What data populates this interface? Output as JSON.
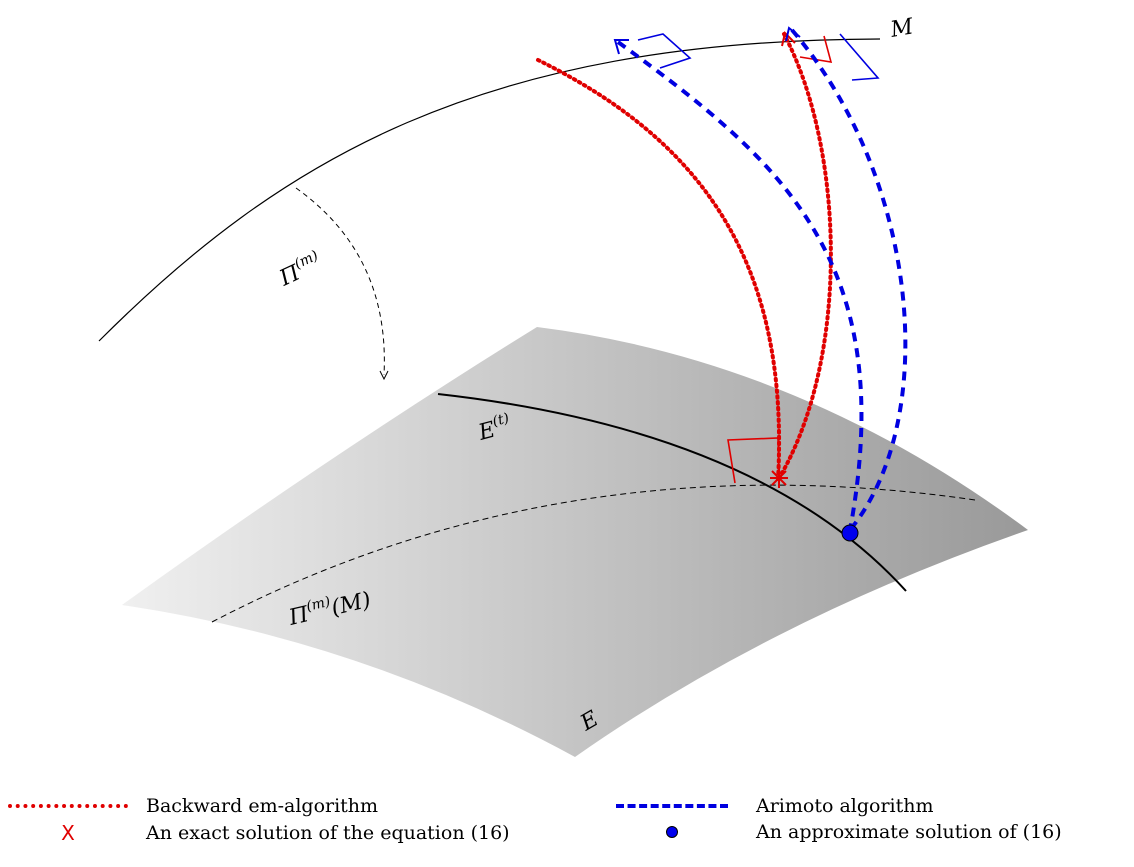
{
  "labels": {
    "manifold": "M",
    "projection_map_base": "Π",
    "projection_map_sup": "(m)",
    "level_set_base": "E",
    "level_set_sup": "(t)",
    "projected_manifold_base": "Π",
    "projected_manifold_sup": "(m)",
    "projected_manifold_arg": "(M)",
    "surface": "E"
  },
  "legend": {
    "backward_em": "Backward em-algorithm",
    "arimoto": "Arimoto algorithm",
    "exact_solution": "An exact solution of the equation (16)",
    "approx_solution": "An approximate solution of (16)",
    "exact_symbol": "X"
  },
  "colors": {
    "em_red": "#e00000",
    "arimoto_blue": "#0000e0",
    "surface_light": "#f0f0f0",
    "surface_dark": "#999999"
  }
}
